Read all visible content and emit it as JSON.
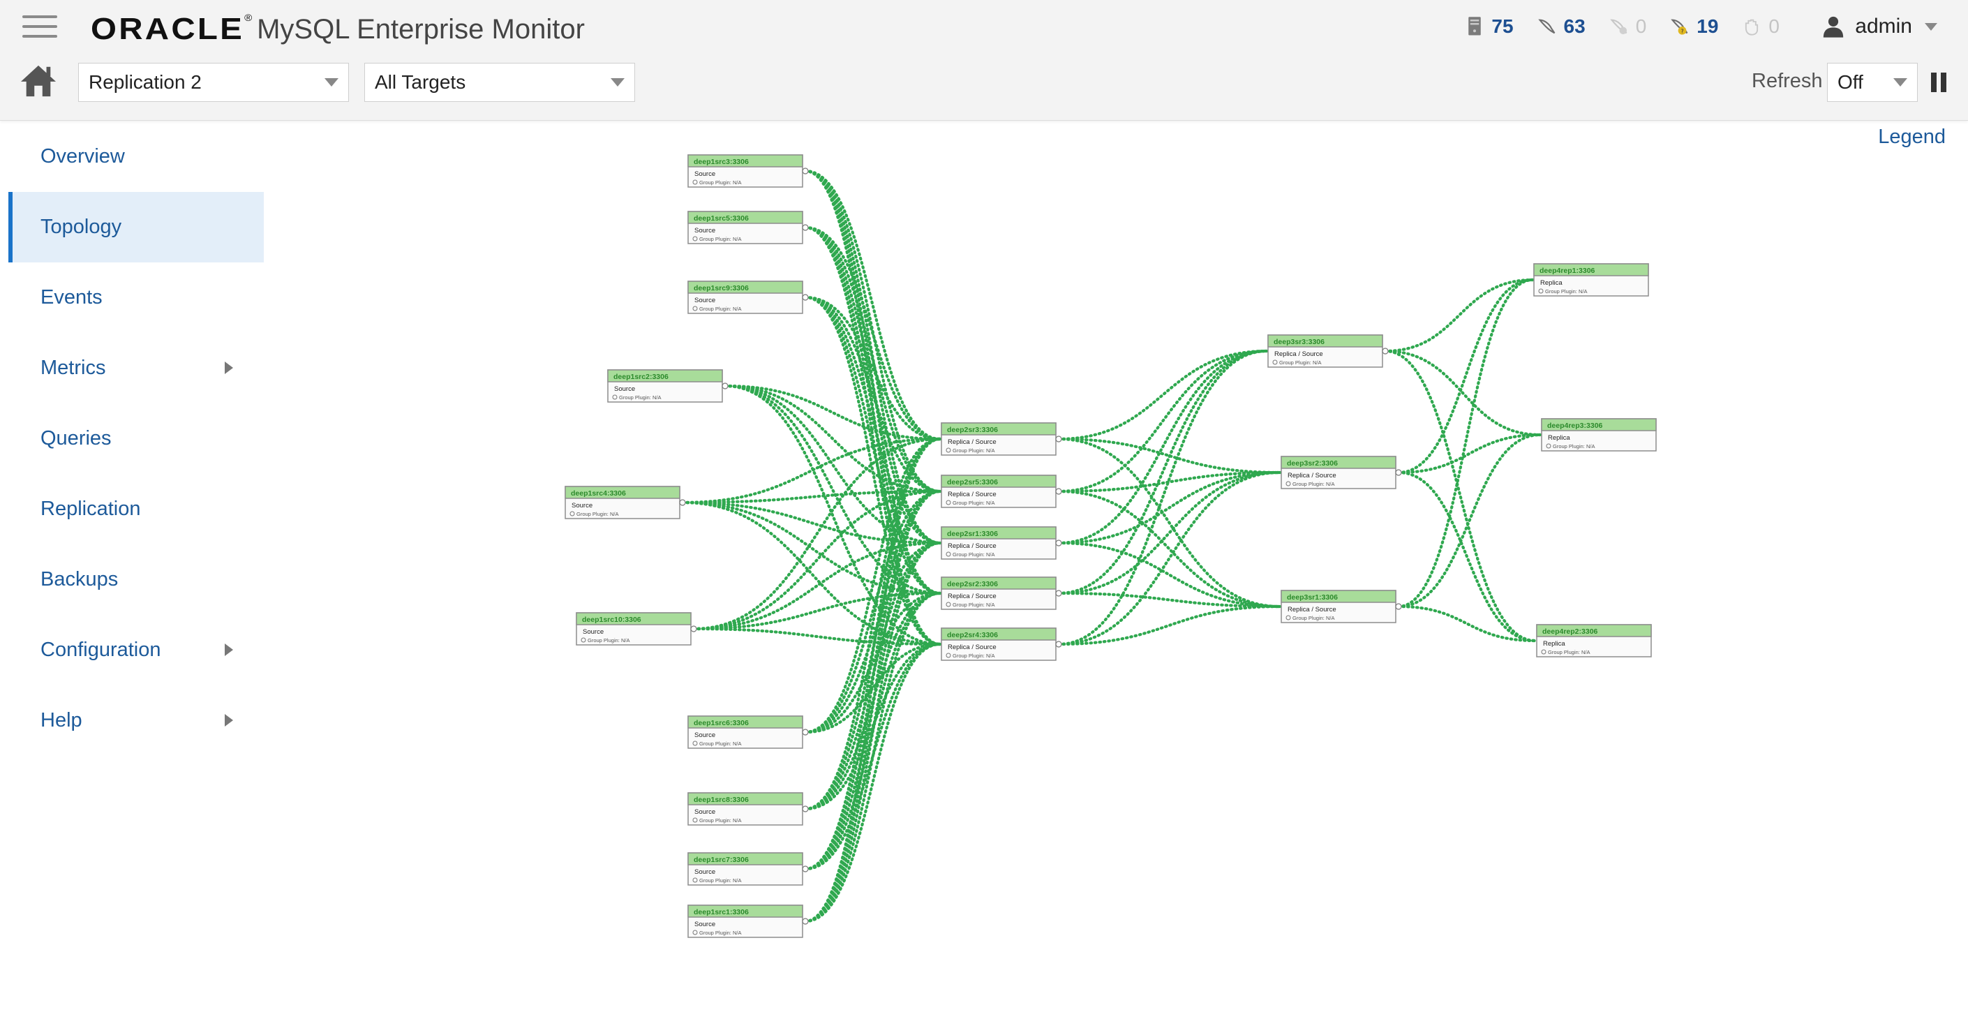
{
  "header": {
    "brand": "ORACLE",
    "brand_mark": "®",
    "product": "MySQL Enterprise Monitor",
    "status": [
      {
        "id": "servers",
        "count": "75",
        "state": "active",
        "icon": "server-icon"
      },
      {
        "id": "instances",
        "count": "63",
        "state": "active",
        "icon": "dolphin-icon"
      },
      {
        "id": "instances-down",
        "count": "0",
        "state": "dim",
        "icon": "dolphin-down-icon"
      },
      {
        "id": "instances-warning",
        "count": "19",
        "state": "active",
        "icon": "dolphin-warning-icon"
      },
      {
        "id": "agents-down",
        "count": "0",
        "state": "dim",
        "icon": "hand-icon"
      }
    ],
    "user": "admin"
  },
  "toolbar": {
    "group_select": "Replication 2",
    "targets_select": "All Targets",
    "refresh_label": "Refresh",
    "refresh_value": "Off"
  },
  "sidebar": {
    "items": [
      {
        "label": "Overview",
        "active": false,
        "submenu": false
      },
      {
        "label": "Topology",
        "active": true,
        "submenu": false
      },
      {
        "label": "Events",
        "active": false,
        "submenu": false
      },
      {
        "label": "Metrics",
        "active": false,
        "submenu": true
      },
      {
        "label": "Queries",
        "active": false,
        "submenu": false
      },
      {
        "label": "Replication",
        "active": false,
        "submenu": false
      },
      {
        "label": "Backups",
        "active": false,
        "submenu": false
      },
      {
        "label": "Configuration",
        "active": false,
        "submenu": true
      },
      {
        "label": "Help",
        "active": false,
        "submenu": true
      }
    ]
  },
  "legend_label": "Legend",
  "colors": {
    "link": "#2fa84f",
    "node_header": "#a8dc9a",
    "node_header_text": "#2c8a2c",
    "node_border": "#8d8d8d",
    "nav_text": "#1d5a9a",
    "active_bg": "#e3eef9",
    "active_border": "#1a73c9"
  },
  "topology": {
    "nodes": [
      {
        "id": "deep1src3",
        "title": "deep1src3:3306",
        "role": "Source",
        "plugin": "Group Plugin: N/A"
      },
      {
        "id": "deep1src5",
        "title": "deep1src5:3306",
        "role": "Source",
        "plugin": "Group Plugin: N/A"
      },
      {
        "id": "deep1src9",
        "title": "deep1src9:3306",
        "role": "Source",
        "plugin": "Group Plugin: N/A"
      },
      {
        "id": "deep1src2",
        "title": "deep1src2:3306",
        "role": "Source",
        "plugin": "Group Plugin: N/A"
      },
      {
        "id": "deep1src4",
        "title": "deep1src4:3306",
        "role": "Source",
        "plugin": "Group Plugin: N/A"
      },
      {
        "id": "deep1src10",
        "title": "deep1src10:3306",
        "role": "Source",
        "plugin": "Group Plugin: N/A"
      },
      {
        "id": "deep1src6",
        "title": "deep1src6:3306",
        "role": "Source",
        "plugin": "Group Plugin: N/A"
      },
      {
        "id": "deep1src8",
        "title": "deep1src8:3306",
        "role": "Source",
        "plugin": "Group Plugin: N/A"
      },
      {
        "id": "deep1src7",
        "title": "deep1src7:3306",
        "role": "Source",
        "plugin": "Group Plugin: N/A"
      },
      {
        "id": "deep1src1",
        "title": "deep1src1:3306",
        "role": "Source",
        "plugin": "Group Plugin: N/A"
      },
      {
        "id": "deep2sr3",
        "title": "deep2sr3:3306",
        "role": "Replica / Source",
        "plugin": "Group Plugin: N/A"
      },
      {
        "id": "deep2sr5",
        "title": "deep2sr5:3306",
        "role": "Replica / Source",
        "plugin": "Group Plugin: N/A"
      },
      {
        "id": "deep2sr1",
        "title": "deep2sr1:3306",
        "role": "Replica / Source",
        "plugin": "Group Plugin: N/A"
      },
      {
        "id": "deep2sr2",
        "title": "deep2sr2:3306",
        "role": "Replica / Source",
        "plugin": "Group Plugin: N/A"
      },
      {
        "id": "deep2sr4",
        "title": "deep2sr4:3306",
        "role": "Replica / Source",
        "plugin": "Group Plugin: N/A"
      },
      {
        "id": "deep3sr3",
        "title": "deep3sr3:3306",
        "role": "Replica / Source",
        "plugin": "Group Plugin: N/A"
      },
      {
        "id": "deep3sr2",
        "title": "deep3sr2:3306",
        "role": "Replica / Source",
        "plugin": "Group Plugin: N/A"
      },
      {
        "id": "deep3sr1",
        "title": "deep3sr1:3306",
        "role": "Replica / Source",
        "plugin": "Group Plugin: N/A"
      },
      {
        "id": "deep4rep1",
        "title": "deep4rep1:3306",
        "role": "Replica",
        "plugin": "Group Plugin: N/A"
      },
      {
        "id": "deep4rep3",
        "title": "deep4rep3:3306",
        "role": "Replica",
        "plugin": "Group Plugin: N/A"
      },
      {
        "id": "deep4rep2",
        "title": "deep4rep2:3306",
        "role": "Replica",
        "plugin": "Group Plugin: N/A"
      }
    ],
    "tiers": [
      {
        "from": [
          "deep1src3",
          "deep1src5",
          "deep1src9",
          "deep1src2",
          "deep1src4",
          "deep1src10",
          "deep1src6",
          "deep1src8",
          "deep1src7",
          "deep1src1"
        ],
        "to": [
          "deep2sr3",
          "deep2sr5",
          "deep2sr1",
          "deep2sr2",
          "deep2sr4"
        ]
      },
      {
        "from": [
          "deep2sr3",
          "deep2sr5",
          "deep2sr1",
          "deep2sr2",
          "deep2sr4"
        ],
        "to": [
          "deep3sr3",
          "deep3sr2",
          "deep3sr1"
        ]
      },
      {
        "from": [
          "deep3sr3",
          "deep3sr2",
          "deep3sr1"
        ],
        "to": [
          "deep4rep1",
          "deep4rep3",
          "deep4rep2"
        ]
      }
    ]
  }
}
